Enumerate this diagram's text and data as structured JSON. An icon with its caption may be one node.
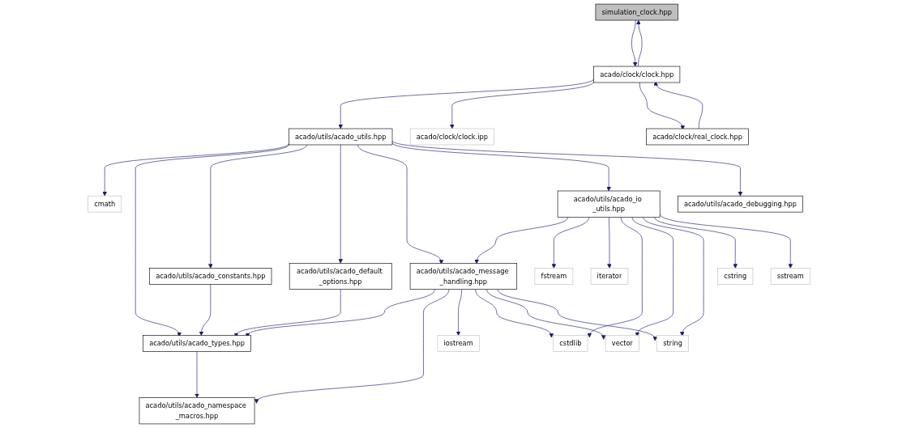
{
  "diagram": {
    "nodes": [
      {
        "text": [
          "simulation_clock.hpp"
        ]
      },
      {
        "text": [
          "acado/clock/clock.hpp"
        ]
      },
      {
        "text": [
          "acado/utils/acado_utils.hpp"
        ]
      },
      {
        "text": [
          "acado/clock/clock.ipp"
        ]
      },
      {
        "text": [
          "acado/clock/real_clock.hpp"
        ]
      },
      {
        "text": [
          "cmath"
        ]
      },
      {
        "text": [
          "acado/utils/acado_constants.hpp"
        ]
      },
      {
        "text": [
          "acado/utils/acado_default _options.hpp"
        ]
      },
      {
        "text": [
          "acado/utils/acado_io _utils.hpp"
        ]
      },
      {
        "text": [
          "acado/utils/acado_debugging.hpp"
        ]
      },
      {
        "text": [
          "acado/utils/acado_message _handling.hpp"
        ]
      },
      {
        "text": [
          "fstream"
        ]
      },
      {
        "text": [
          "iterator"
        ]
      },
      {
        "text": [
          "cstring"
        ]
      },
      {
        "text": [
          "sstream"
        ]
      },
      {
        "text": [
          "acado/utils/acado_types.hpp"
        ]
      },
      {
        "text": [
          "iostream"
        ]
      },
      {
        "text": [
          "cstdlib"
        ]
      },
      {
        "text": [
          "vector"
        ]
      },
      {
        "text": [
          "string"
        ]
      },
      {
        "text": [
          "acado/utils/acado_namespace _macros.hpp"
        ]
      }
    ],
    "edges": [
      {
        "from": 0,
        "to": 1,
        "arrow": "to"
      },
      {
        "from": 1,
        "to": 0,
        "arrow": "to"
      },
      {
        "from": 1,
        "to": 2,
        "arrow": "to"
      },
      {
        "from": 1,
        "to": 3,
        "arrow": "to"
      },
      {
        "from": 1,
        "to": 4,
        "arrow": "to"
      },
      {
        "from": 4,
        "to": 1,
        "arrow": "to"
      },
      {
        "from": 2,
        "to": 5,
        "arrow": "to"
      },
      {
        "from": 2,
        "to": 15,
        "arrow": "to"
      },
      {
        "from": 2,
        "to": 6,
        "arrow": "to"
      },
      {
        "from": 2,
        "to": 7,
        "arrow": "to"
      },
      {
        "from": 2,
        "to": 10,
        "arrow": "to"
      },
      {
        "from": 2,
        "to": 8,
        "arrow": "to"
      },
      {
        "from": 2,
        "to": 9,
        "arrow": "to"
      },
      {
        "from": 6,
        "to": 15,
        "arrow": "to"
      },
      {
        "from": 7,
        "to": 15,
        "arrow": "to"
      },
      {
        "from": 8,
        "to": 10,
        "arrow": "to"
      },
      {
        "from": 8,
        "to": 11,
        "arrow": "to"
      },
      {
        "from": 8,
        "to": 12,
        "arrow": "to"
      },
      {
        "from": 8,
        "to": 17,
        "arrow": "to"
      },
      {
        "from": 8,
        "to": 18,
        "arrow": "to"
      },
      {
        "from": 8,
        "to": 19,
        "arrow": "to"
      },
      {
        "from": 8,
        "to": 13,
        "arrow": "to"
      },
      {
        "from": 8,
        "to": 14,
        "arrow": "to"
      },
      {
        "from": 10,
        "to": 15,
        "arrow": "to"
      },
      {
        "from": 10,
        "to": 20,
        "arrow": "to"
      },
      {
        "from": 10,
        "to": 16,
        "arrow": "to"
      },
      {
        "from": 10,
        "to": 17,
        "arrow": "to"
      },
      {
        "from": 10,
        "to": 18,
        "arrow": "to"
      },
      {
        "from": 10,
        "to": 19,
        "arrow": "to"
      },
      {
        "from": 15,
        "to": 20,
        "arrow": "to"
      }
    ]
  }
}
